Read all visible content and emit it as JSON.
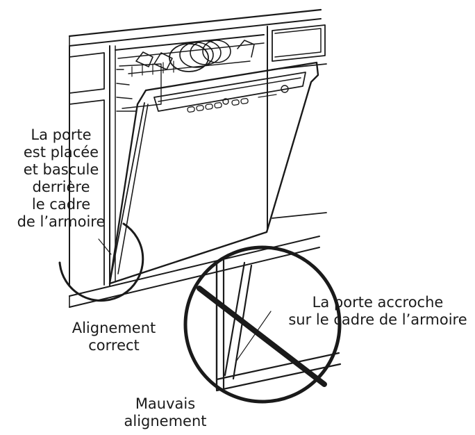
{
  "labels": {
    "correct_side": [
      "La porte",
      "est placée",
      "et bascule",
      "derrière",
      "le cadre",
      "de l’armoire"
    ],
    "correct": [
      "Alignement",
      "correct"
    ],
    "wrong_side": [
      "La porte accroche",
      "sur le cadre de l’armoire"
    ],
    "wrong": [
      "Mauvais",
      "alignement"
    ]
  },
  "colors": {
    "line": "#1a1a1a",
    "background": "#ffffff"
  }
}
